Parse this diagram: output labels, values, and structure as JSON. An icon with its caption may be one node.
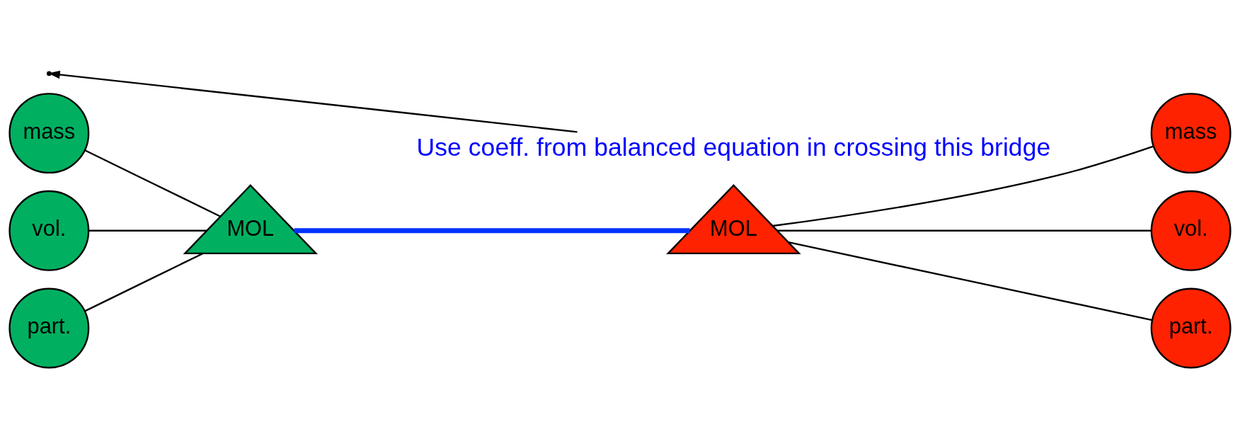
{
  "diagram": {
    "nodes": [
      {
        "text": [
          "mass"
        ]
      },
      {
        "text": [
          "vol."
        ]
      },
      {
        "text": [
          "part."
        ]
      },
      {
        "text": [
          "MOL"
        ]
      },
      {
        "text": [
          "MOL"
        ]
      },
      {
        "text": [
          "mass"
        ]
      },
      {
        "text": [
          "vol."
        ]
      },
      {
        "text": [
          "part."
        ]
      },
      {
        "text": [
          "Use coeff. from balanced equation in crossing this bridge"
        ]
      }
    ],
    "edges": [
      {
        "from": 0,
        "to": 3,
        "arrow": "none"
      },
      {
        "from": 1,
        "to": 3,
        "arrow": "none"
      },
      {
        "from": 2,
        "to": 3,
        "arrow": "none"
      },
      {
        "from": 3,
        "to": 4,
        "arrow": "none",
        "style": "thick",
        "color": "#0033ff"
      },
      {
        "from": 4,
        "to": 5,
        "arrow": "none"
      },
      {
        "from": 4,
        "to": 6,
        "arrow": "none"
      },
      {
        "from": 4,
        "to": 7,
        "arrow": "none"
      },
      {
        "from": 8,
        "to": null,
        "arrow": "to"
      }
    ]
  }
}
